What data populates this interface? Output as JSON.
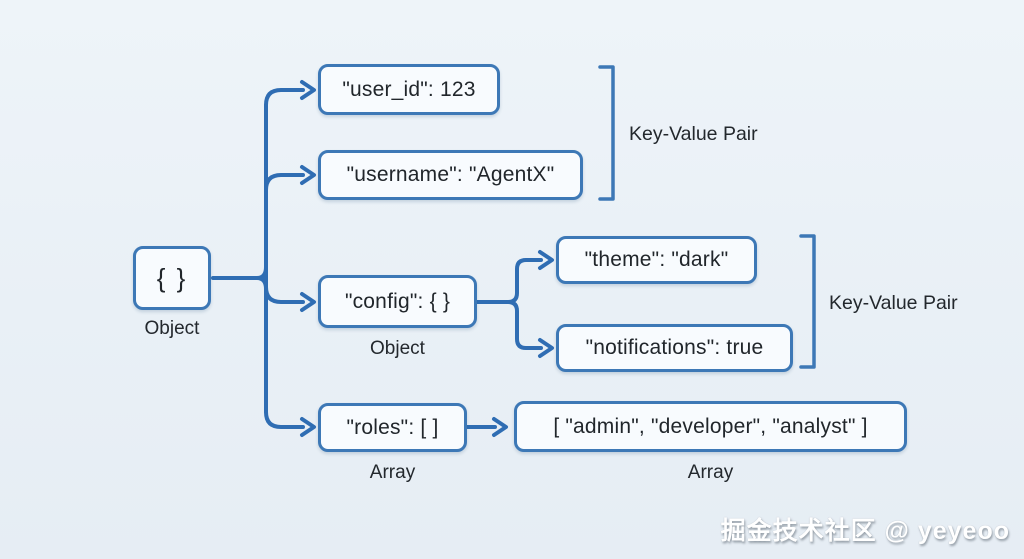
{
  "colors": {
    "background": "#eaf1f7",
    "box_fill": "#f8fbfe",
    "accent_border": "#3d78b6",
    "connector": "#2f6db3",
    "text": "#21262b",
    "watermark_text": "#ffffff"
  },
  "root_node": {
    "text": "{ }",
    "label": "Object"
  },
  "nodes": {
    "user_id": {
      "text": "\"user_id\": 123"
    },
    "username": {
      "text": "\"username\": \"AgentX\""
    },
    "config": {
      "text": "\"config\": { }",
      "label": "Object"
    },
    "theme": {
      "text": "\"theme\": \"dark\""
    },
    "notifications": {
      "text": "\"notifications\": true"
    },
    "roles": {
      "text": "\"roles\": [ ]",
      "label": "Array"
    },
    "roles_value": {
      "text": "[ \"admin\", \"developer\", \"analyst\" ]",
      "label": "Array"
    }
  },
  "annotations": {
    "kv_pair_top": "Key-Value Pair",
    "kv_pair_middle": "Key-Value Pair"
  },
  "watermark": "掘金技术社区 @ yeyeoo"
}
